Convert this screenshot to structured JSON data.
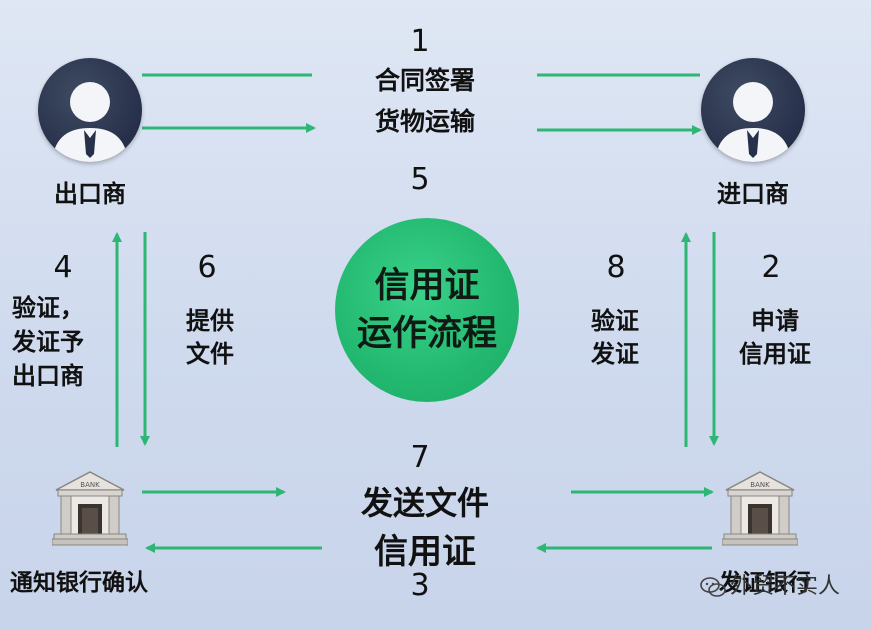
{
  "steps": {
    "step1": {
      "number": "1",
      "line1": "合同签署",
      "line2": "货物运输"
    },
    "step2": {
      "number": "2",
      "line1": "申请",
      "line2": "信用证"
    },
    "step3": {
      "number": "3"
    },
    "step4": {
      "number": "4",
      "line1": "验证，",
      "line2": "发证予",
      "line3": "出口商"
    },
    "step5": {
      "number": "5"
    },
    "step6": {
      "number": "6",
      "line1": "提供",
      "line2": "文件"
    },
    "step7": {
      "number": "7",
      "line1": "发送文件",
      "line2": "信用证"
    },
    "step8": {
      "number": "8",
      "line1": "验证",
      "line2": "发证"
    }
  },
  "parties": {
    "exporter": "出口商",
    "importer": "进口商",
    "advising_bank": "通知银行确认",
    "issuing_bank": "发证银行"
  },
  "center": {
    "line1": "信用证",
    "line2": "运作流程"
  },
  "bank_sign": "BANK",
  "watermark": "外贸不实人",
  "colors": {
    "arrow": "#2eb674",
    "circle": "#22b86f",
    "avatar": "#27304a"
  }
}
